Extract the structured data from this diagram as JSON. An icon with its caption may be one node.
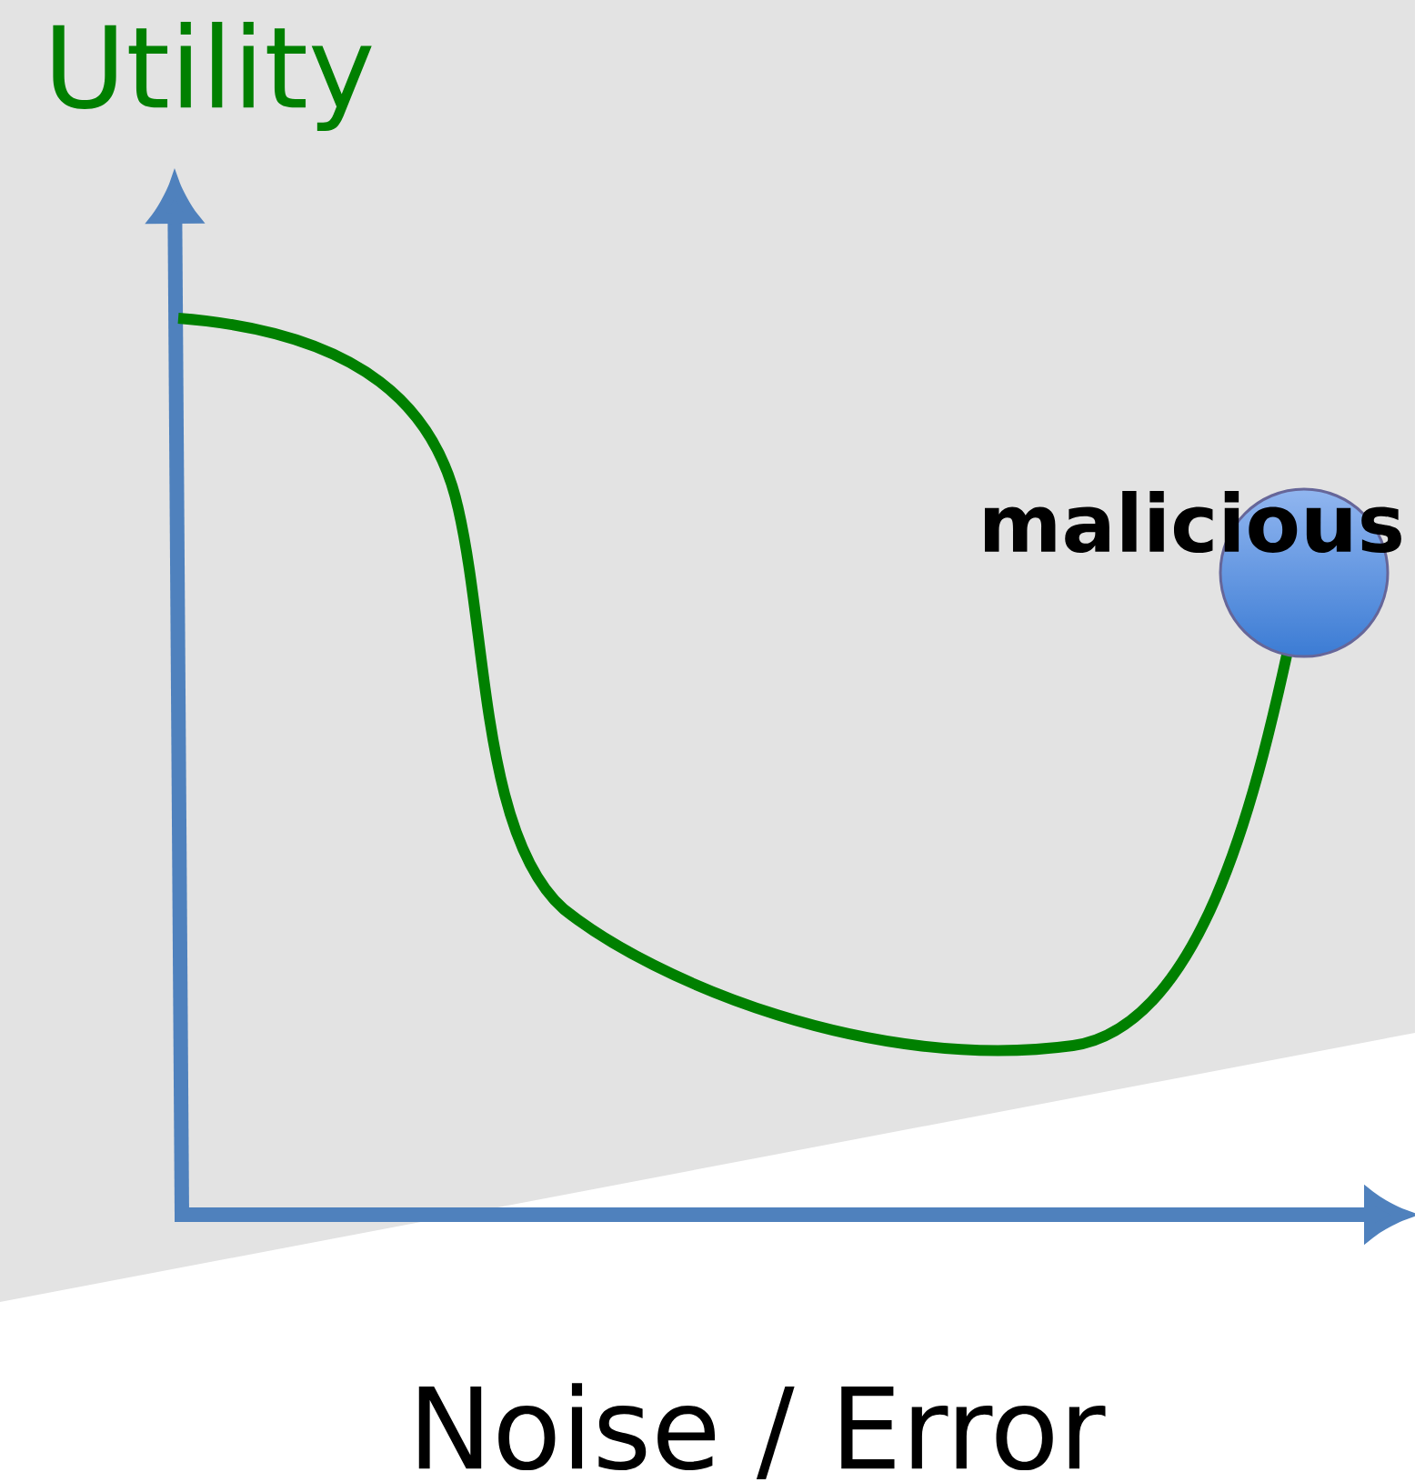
{
  "diagram": {
    "nodes": [
      {
        "text": [
          "malicious"
        ]
      }
    ],
    "labels": [
      "Utility",
      "Noise / Error"
    ]
  }
}
